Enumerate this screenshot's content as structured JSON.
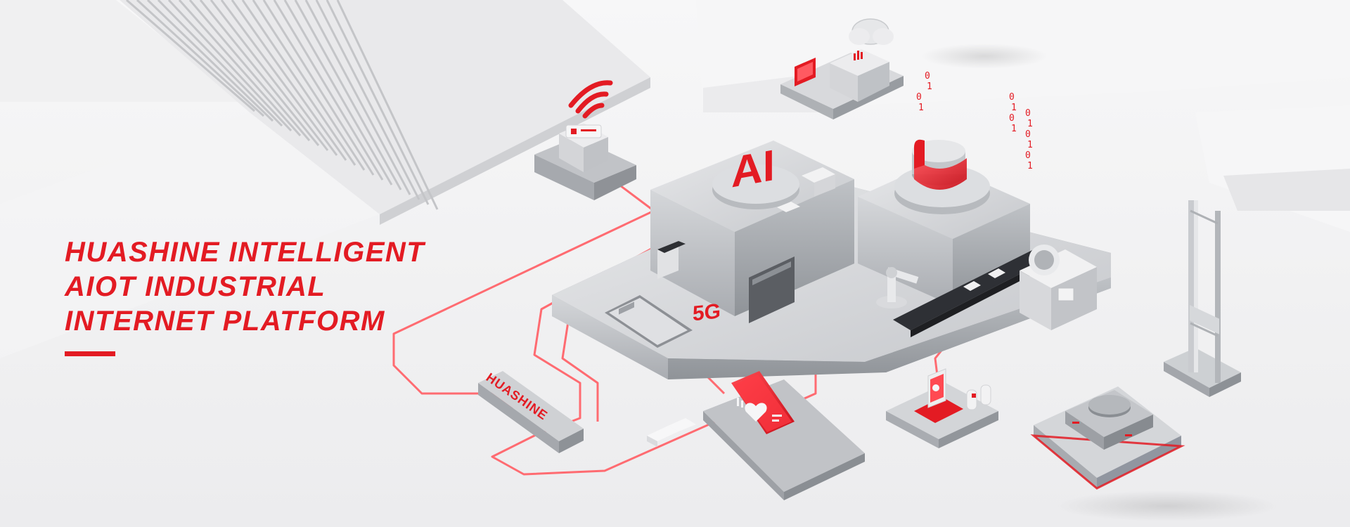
{
  "hero": {
    "headline_lines": [
      "HUASHINE INTELLIGENT",
      "AIOT INDUSTRIAL",
      "INTERNET PLATFORM"
    ]
  },
  "scene": {
    "ai_label": "AI",
    "fiveg_label": "5G",
    "brand_sign": "HUASHINE",
    "binary_streams": [
      [
        "0",
        "1",
        "0",
        "1"
      ],
      [
        "0",
        "1",
        "0",
        "1"
      ],
      [
        "0",
        "1",
        "0",
        "1",
        "0",
        "1"
      ]
    ]
  },
  "colors": {
    "accent": "#e31b23",
    "metal": "#c9cbcf",
    "background": "#f3f3f4"
  },
  "icons": [
    "wifi-icon",
    "cloud-icon",
    "heart-icon",
    "bar-chart-icon",
    "robot-arm-icon",
    "laptop-icon",
    "agv-robot-icon",
    "conveyor-icon"
  ]
}
